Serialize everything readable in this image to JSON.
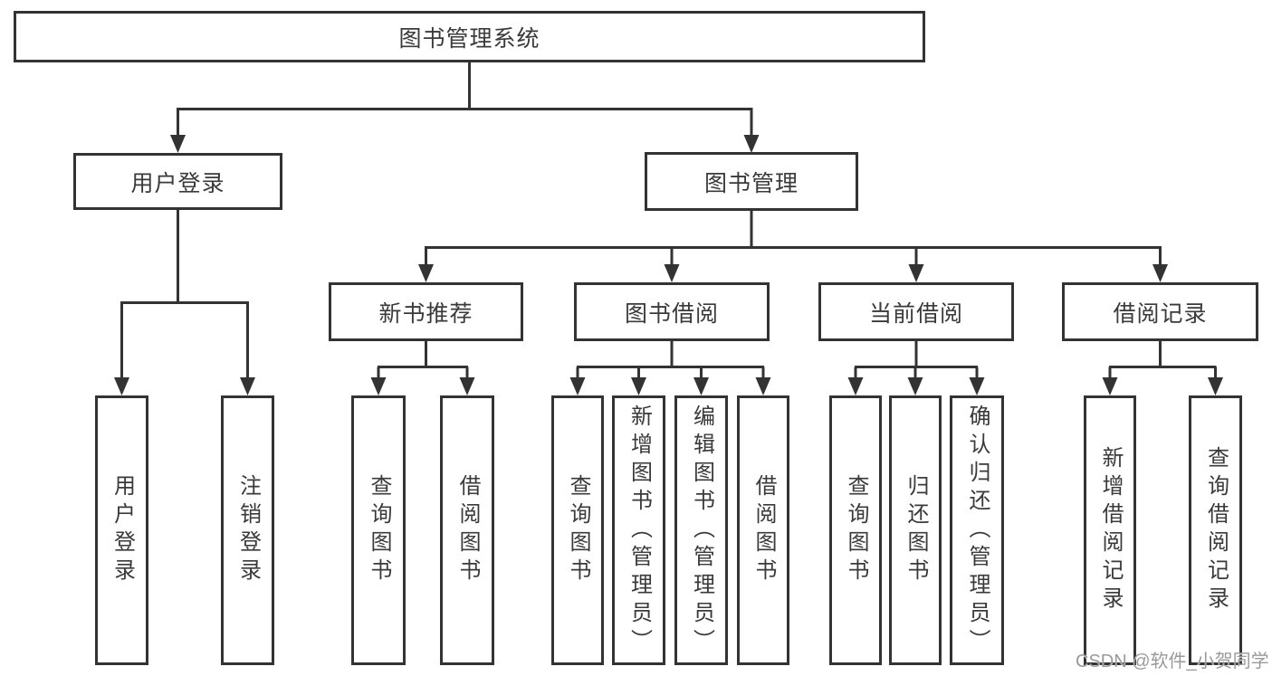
{
  "diagram": {
    "root": {
      "label": "图书管理系统"
    },
    "branches": [
      {
        "label": "用户登录",
        "children": [
          {
            "label": "用户登录"
          },
          {
            "label": "注销登录"
          }
        ]
      },
      {
        "label": "图书管理",
        "children": [
          {
            "label": "新书推荐",
            "children": [
              {
                "label": "查询图书"
              },
              {
                "label": "借阅图书"
              }
            ]
          },
          {
            "label": "图书借阅",
            "children": [
              {
                "label": "查询图书"
              },
              {
                "label": "新增图书（管理员）"
              },
              {
                "label": "编辑图书（管理员）"
              },
              {
                "label": "借阅图书"
              }
            ]
          },
          {
            "label": "当前借阅",
            "children": [
              {
                "label": "查询图书"
              },
              {
                "label": "归还图书"
              },
              {
                "label": "确认归还（管理员）"
              }
            ]
          },
          {
            "label": "借阅记录",
            "children": [
              {
                "label": "新增借阅记录"
              },
              {
                "label": "查询借阅记录"
              }
            ]
          }
        ]
      }
    ]
  },
  "watermark": {
    "text": "CSDN @软件_小贺同学"
  },
  "colors": {
    "line": "#333333",
    "text": "#3a3a3a",
    "watermark": "#9a9a9a",
    "background": "#ffffff"
  }
}
